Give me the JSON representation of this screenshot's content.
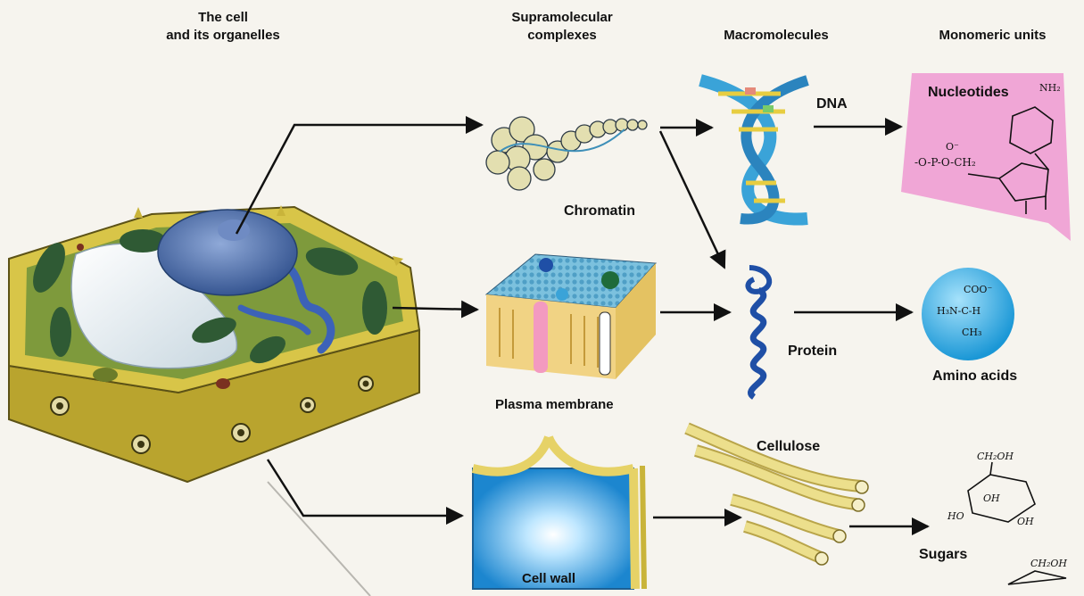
{
  "headers": {
    "cell_line1": "The cell",
    "cell_line2": "and its organelles",
    "supra_line1": "Supramolecular",
    "supra_line2": "complexes",
    "macro": "Macromolecules",
    "mono": "Monomeric units"
  },
  "labels": {
    "dna": "DNA",
    "nucleotides": "Nucleotides",
    "chromatin": "Chromatin",
    "protein": "Protein",
    "amino_acids": "Amino acids",
    "plasma_membrane": "Plasma membrane",
    "cellulose": "Cellulose",
    "sugars": "Sugars",
    "cell_wall": "Cell wall"
  },
  "chem": {
    "nucleotide_phosphate": "-O-P-O-CH₂",
    "nucleotide_o": "O⁻",
    "nucleotide_nh2": "NH₂",
    "amino_top": "COO⁻",
    "amino_left": "H₃N-C-H",
    "amino_bottom": "CH₃",
    "sugar_top": "CH₂OH",
    "sugar_oh1": "OH",
    "sugar_ho": "HO",
    "sugar_oh2": "OH",
    "sugar2_top": "CH₂OH"
  },
  "colors": {
    "background": "#f6f4ee",
    "cell_wall_yellow": "#c9b43a",
    "cytoplasm_green": "#7e9a3c",
    "nucleus_blue": "#4f6fa9",
    "chloroplast_green": "#2f5a34",
    "nucleotide_pink": "#f0a6d6",
    "amino_blue": "#2aa7e0",
    "dna_blue": "#3aa3d8",
    "dna_yellow": "#e7cd41",
    "membrane_blue": "#6fb6d6",
    "cellwall_panel_blue": "#2e9bd8",
    "protein_blue": "#1f4fa6",
    "cellulose_yellow": "#e9db7e"
  }
}
